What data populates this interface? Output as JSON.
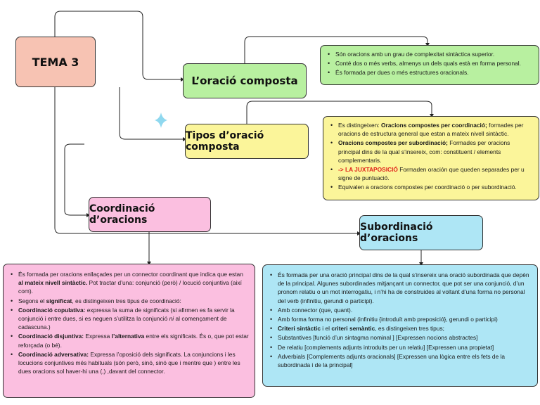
{
  "nodes": {
    "tema": "TEMA 3",
    "composta": "L’oració composta",
    "tipus": "Tipos d’oració composta",
    "coordinacio": "Coordinació d’oracions",
    "subordinacio": "Subordinació d’oracions"
  },
  "notes": {
    "composta": [
      "Són oracions amb un grau de complexitat sintàctica superior.",
      "Conté dos o més verbs, almenys un dels quals està en forma personal.",
      "És formada per dues o més estructures oracionals."
    ],
    "tipus": {
      "i1_a": "Es distingeixen: ",
      "i1_b": "Oracions compostes per coordinació;",
      "i1_c": " formades per oracions de estructura general que estan a mateix nivell sintàctic.",
      "i2_b": "Oracions compostes per subordinació;",
      "i2_c": " Formades per oracions principal dins de la qual s’insereix, com: constituent / elements complementaris.",
      "i3_b": "-> LA JUXTAPOSICIÓ",
      "i3_c": " Formaden oración que queden separades per u signe de puntuació.",
      "i4": "Equivalen a oracions compostes per coordinació o per subordinació."
    },
    "coordinacio": {
      "i1_a": "És formada per oracions enllaçades per un connector coordinant que indica que estan ",
      "i1_b": "al mateix nivell sintàctic.",
      "i1_c": " Pot tractar d’una: conjunció (però) / locució conjuntiva (així com).",
      "i2_a": "Segons el ",
      "i2_b": "significat",
      "i2_c": ", es distingeixen tres tipus de coordinació:",
      "i3_b": "Coordinació copulativa:",
      "i3_c": " expressa la suma de significats (si afirmen es fa servir la conjunció i entre dues, si es neguen s’utilitza la conjunció ",
      "i3_d": "ni",
      "i3_e": " al començament de cadascuna.)",
      "i4_b": "Coordinació disjuntiva:",
      "i4_c": " Expressa ",
      "i4_d": "l’alternativa",
      "i4_e": " entre els significats. És o, que pot estar reforçada (o bé).",
      "i5_b": "Coordinació adversativa:",
      "i5_c": " Expressa l’oposició dels significats. La conjuncions i les locucions conjuntives més habituals (són però, sinó, sinó que i mentre que ) entre les dues oracions sol haver-hi una (,) ,davant del connector."
    },
    "subordinacio": {
      "i1": "És formada per una oració principal dins de la qual s’insereix una oració subordinada que depèn de la principal. Algunes subordinades mitjançant un connector, que pot ser una conjunció, d’un pronom relatiu o un mot interrogatiu, i n’hi ha de construides al voltant d’una forma no personal del verb (infinitiu, gerundi o participi).",
      "i2": "Amb connector (que, quant).",
      "i3": "Amb forma forma no personal (infinitiu {introduït amb preposició}, gerundi o participi)",
      "i4_b1": "Criteri sintàctic",
      "i4_m": " i el ",
      "i4_b2": "criteri semàntic",
      "i4_e": ", es distingeixen tres tipus;",
      "i5": "Substantives [funció d’un sintagma nominal ] [Expressen nocions abstractes]",
      "i6": "De relatiu [complements adjunts introduits per un relatiu] [Expressen una propietat]",
      "i7": "Adverbials [Complements adjunts oracionals] [Expressen una lògica entre els fets de la subordinada i de la principal]"
    }
  },
  "colors": {
    "tema": "#f7c3b3",
    "composta": "#b8f0a0",
    "tipus": "#fbf59a",
    "coordinacio": "#fbbfe0",
    "subordinacio": "#aee6f5",
    "sparkle": "#8fd8ef",
    "highlight": "#e0231b"
  }
}
